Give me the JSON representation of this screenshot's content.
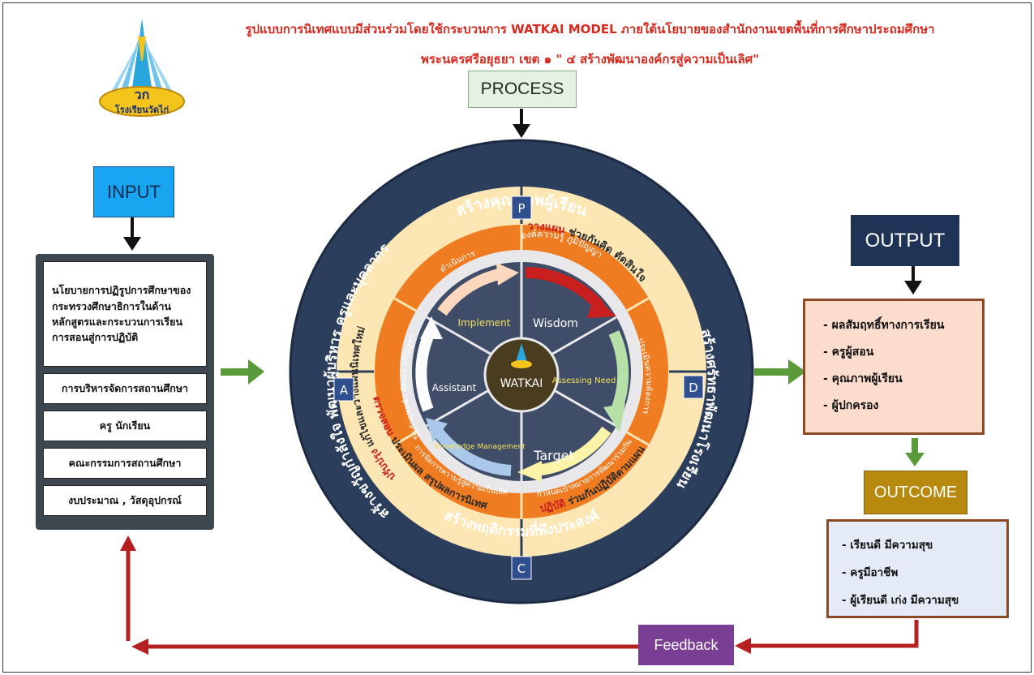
{
  "title": {
    "line1": "รูปแบบการนิเทศแบบมีส่วนร่วมโดยใช้กระบวนการ WATKAI MODEL ภายใต้นโยบายของสำนักงานเขตพื้นที่การศึกษาประถมศึกษา",
    "line2": "พระนครศรีอยุธยา เขต ๑ \" ๔ สร้างพัฒนาองค์กรสู่ความเป็นเลิศ\""
  },
  "logo": {
    "text": "วก",
    "school_name": "โรงเรียนวัดไก่"
  },
  "labels": {
    "input": "INPUT",
    "process": "PROCESS",
    "output": "OUTPUT",
    "outcome": "OUTCOME",
    "feedback": "Feedback"
  },
  "input_items": [
    "นโยบายการปฏิรูปการศึกษาของกระทรวงศึกษาธิการในด้านหลักสูตรและกระบวนการเรียนการสอนสู่การปฏิบัติ",
    "การบริหารจัดการสถานศึกษา",
    "ครู นักเรียน",
    "คณะกรรมการสถานศึกษา",
    "งบประมาณ , วัสดุอุปกรณ์"
  ],
  "output_items": [
    "- ผลสัมฤทธิ์ทางการเรียน",
    "- ครูผู้สอน",
    "- คุณภาพผู้เรียน",
    "- ผู้ปกครอง"
  ],
  "outcome_items": [
    "- เรียนดี มีความสุข",
    "- ครูมีอาชีพ",
    "- ผู้เรียนดี เก่ง มีความสุข"
  ],
  "wheel": {
    "outer_ring": {
      "top": "สร้างคุณภาพผู้เรียน",
      "right": "สร้างศรัทธาพัฒนาโรงเรียน",
      "bottom": "สร้างพฤติกรรมที่พึงประสงค์",
      "left": "สร้างขวัญกำลังใจ พัฒนาผู้บริหาร ครูและบุคลากร"
    },
    "pdca": {
      "p": "P",
      "d": "D",
      "c": "C",
      "a": "A"
    },
    "cream_ring": {
      "plan_keyword": "วางแผน",
      "plan_rest": "ช่วยกันคิด ตัดสินใจ",
      "act_keyword": "ปรับปรุง",
      "act_rest": "แก้ไขและวางแผนนิเทศใหม่",
      "do_keyword": "ปฏิบัติ",
      "do_rest": "ร่วมกันปฏิบัติตามแผน",
      "check_keyword": "ตรวจสอบ",
      "check_rest": "ประเมินผล สรุปผลการนิเทศ"
    },
    "orange_ring": {
      "top": "องค์ความรู้ ภูมิปัญญา",
      "top_left": "ดำเนินการ",
      "left": "ให้คำแนะนำ พัฒนา แก้ปัญหา",
      "bottom_left": "การจัดการความรู้สู่ความเป็นเลิศ",
      "bottom": "กำหนดเป้าหมายการพัฒนาร่วมกัน",
      "right": "ประเมินความต้องการ"
    },
    "segments": {
      "implement": "Implement",
      "wisdom": "Wisdom",
      "assessing_need": "Assessing Need",
      "target": "Target",
      "knowledge_management": "Knowledge Management",
      "assistant": "Assistant"
    },
    "center": "WATKAI"
  },
  "colors": {
    "title_red": "#d6281d",
    "outer_ring": "#2b3e5c",
    "cream_ring": "#fbe6b4",
    "orange_ring": "#f07c22",
    "inner_hub": "#3f4d68",
    "center": "#4a3d1f",
    "arrow_green": "#5a9a3a",
    "arrow_red": "#b52020"
  }
}
